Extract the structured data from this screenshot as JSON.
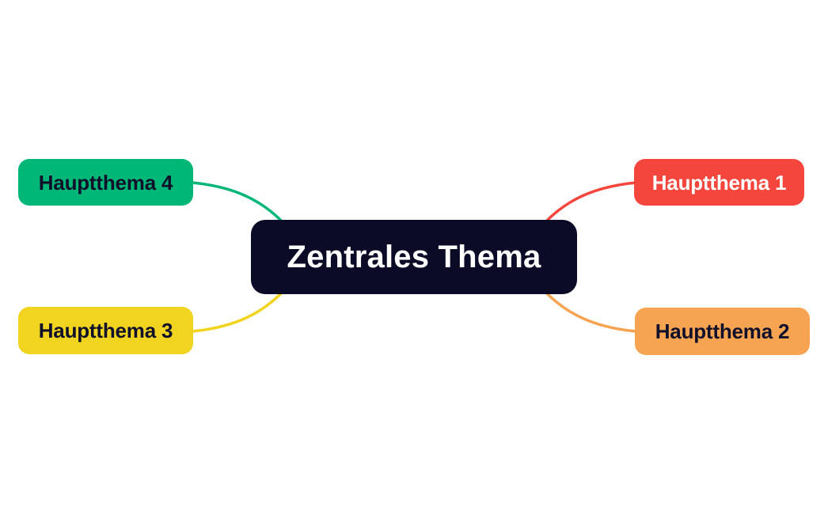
{
  "canvas": {
    "background": "#ffffff"
  },
  "central": {
    "label": "Zentrales Thema",
    "bg": "#0b0b28",
    "text_color": "#ffffff"
  },
  "branches": [
    {
      "label": "Hauptthema 1",
      "color": "#f4463c",
      "text_color": "#ffffff",
      "position": "top-right"
    },
    {
      "label": "Hauptthema 2",
      "color": "#f6a452",
      "text_color": "#10102a",
      "position": "bottom-right"
    },
    {
      "label": "Hauptthema 3",
      "color": "#f0d420",
      "text_color": "#10102a",
      "position": "bottom-left"
    },
    {
      "label": "Hauptthema 4",
      "color": "#00b777",
      "text_color": "#10102a",
      "position": "top-left"
    }
  ]
}
